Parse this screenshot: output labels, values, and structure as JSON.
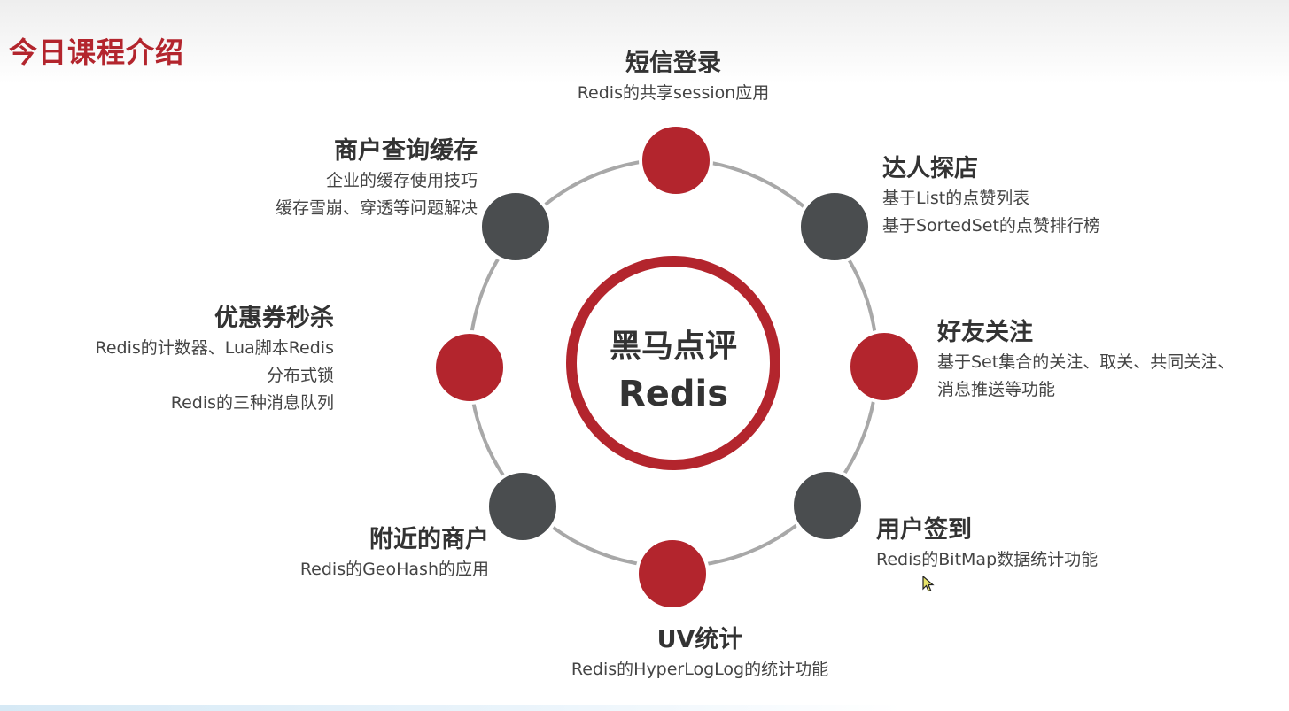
{
  "page": {
    "title": "今日课程介绍"
  },
  "hub": {
    "title": "黑马点评",
    "subtitle": "Redis"
  },
  "colors": {
    "accent_red": "#b3252d",
    "node_dark": "#4a4d4f",
    "ring": "#a8a8a8"
  },
  "topics": [
    {
      "title": "短信登录",
      "desc": [
        "Redis的共享session应用"
      ],
      "color": "red"
    },
    {
      "title": "达人探店",
      "desc": [
        "基于List的点赞列表",
        "基于SortedSet的点赞排行榜"
      ],
      "color": "dark"
    },
    {
      "title": "好友关注",
      "desc": [
        "基于Set集合的关注、取关、共同关注、",
        "消息推送等功能"
      ],
      "color": "red"
    },
    {
      "title": "用户签到",
      "desc": [
        "Redis的BitMap数据统计功能"
      ],
      "color": "dark"
    },
    {
      "title": "UV统计",
      "desc": [
        "Redis的HyperLogLog的统计功能"
      ],
      "color": "red"
    },
    {
      "title": "附近的商户",
      "desc": [
        "Redis的GeoHash的应用"
      ],
      "color": "dark"
    },
    {
      "title": "优惠券秒杀",
      "desc": [
        "Redis的计数器、Lua脚本Redis",
        "分布式锁",
        "Redis的三种消息队列"
      ],
      "color": "red"
    },
    {
      "title": "商户查询缓存",
      "desc": [
        "企业的缓存使用技巧",
        "缓存雪崩、穿透等问题解决"
      ],
      "color": "dark"
    }
  ],
  "icons": {
    "cursor": "mouse-pointer-icon"
  }
}
